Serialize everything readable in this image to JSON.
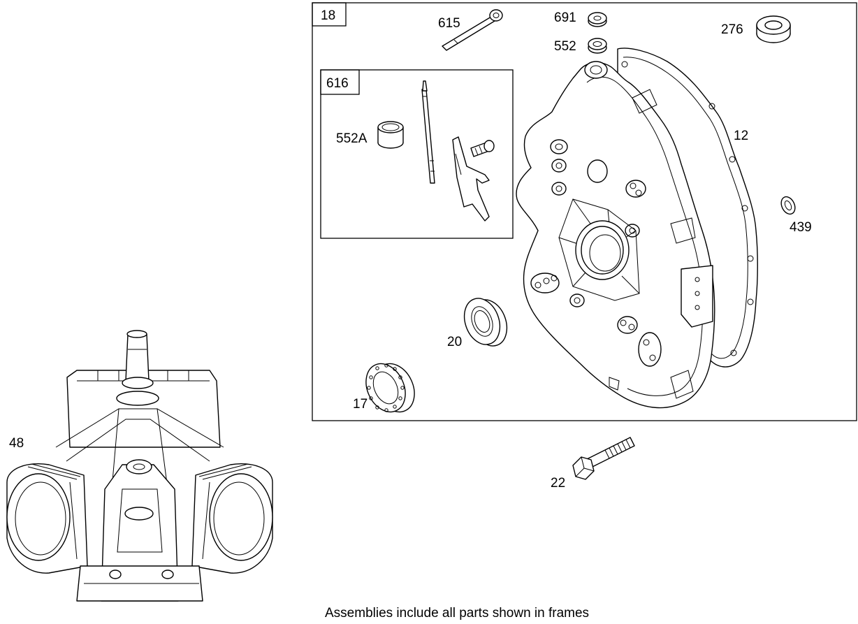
{
  "frames": {
    "outer": {
      "label": "18"
    },
    "inner": {
      "label": "616"
    }
  },
  "parts": {
    "p615": "615",
    "p691": "691",
    "p552": "552",
    "p276": "276",
    "p552A": "552A",
    "p12": "12",
    "p439": "439",
    "p20": "20",
    "p17": "17",
    "p22": "22",
    "p48": "48"
  },
  "caption": "Assemblies include all parts shown in frames"
}
